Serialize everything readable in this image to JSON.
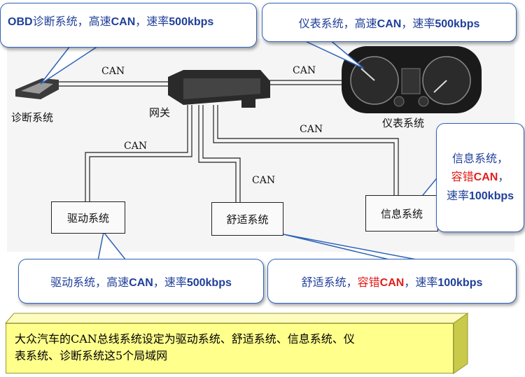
{
  "callouts": {
    "obd": {
      "p1": "OBD",
      "p2": "诊断系统，高速",
      "p3": "CAN",
      "p4": "，速率",
      "p5": "500kbps"
    },
    "instrument": {
      "p1": "仪表系统，高速",
      "p2": "CAN",
      "p3": "，速率",
      "p4": "500kbps"
    },
    "info": {
      "line1": "信息系统，",
      "line2a": "容错",
      "line2b": "CAN",
      "line2c": "，",
      "line3a": "速率",
      "line3b": "100kbps"
    },
    "drive": {
      "p1": "驱动系统，高速",
      "p2": "CAN",
      "p3": "，速率",
      "p4": "500kbps"
    },
    "comfort": {
      "p1": "舒适系统，",
      "p2": "容错",
      "p3": "CAN",
      "p4": "，速率",
      "p5": "100kbps"
    }
  },
  "diagram": {
    "diagnostic_label": "诊断系统",
    "gateway_label": "网关",
    "instrument_label": "仪表系统",
    "can_label": "CAN",
    "nodes": {
      "drive": "驱动系统",
      "comfort": "舒适系统",
      "info": "信息系统"
    }
  },
  "summary": {
    "line1": "大众汽车的CAN总线系统设定为驱动系统、舒适系统、信息系统、仪",
    "line2": "表系统、诊断系统这5个局域网"
  },
  "colors": {
    "callout_border": "#2f63b8",
    "callout_text": "#1f3f99",
    "highlight_red": "#e0201c",
    "summary_bg": "#ffff8c"
  }
}
